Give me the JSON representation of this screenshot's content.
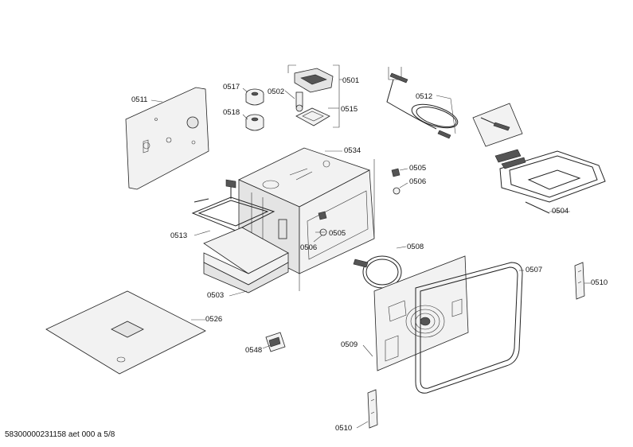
{
  "footer": "58300000231158 aet 000 a 5/8",
  "labels": {
    "l0501": "0501",
    "l0502": "0502",
    "l0503": "0503",
    "l0504": "0504",
    "l0505a": "0505",
    "l0505b": "0505",
    "l0506a": "0506",
    "l0506b": "0506",
    "l0507": "0507",
    "l0508": "0508",
    "l0509": "0509",
    "l0510a": "0510",
    "l0510b": "0510",
    "l0511": "0511",
    "l0512": "0512",
    "l0513": "0513",
    "l0515": "0515",
    "l0517": "0517",
    "l0518": "0518",
    "l0526": "0526",
    "l0534": "0534",
    "l0548": "0548"
  }
}
